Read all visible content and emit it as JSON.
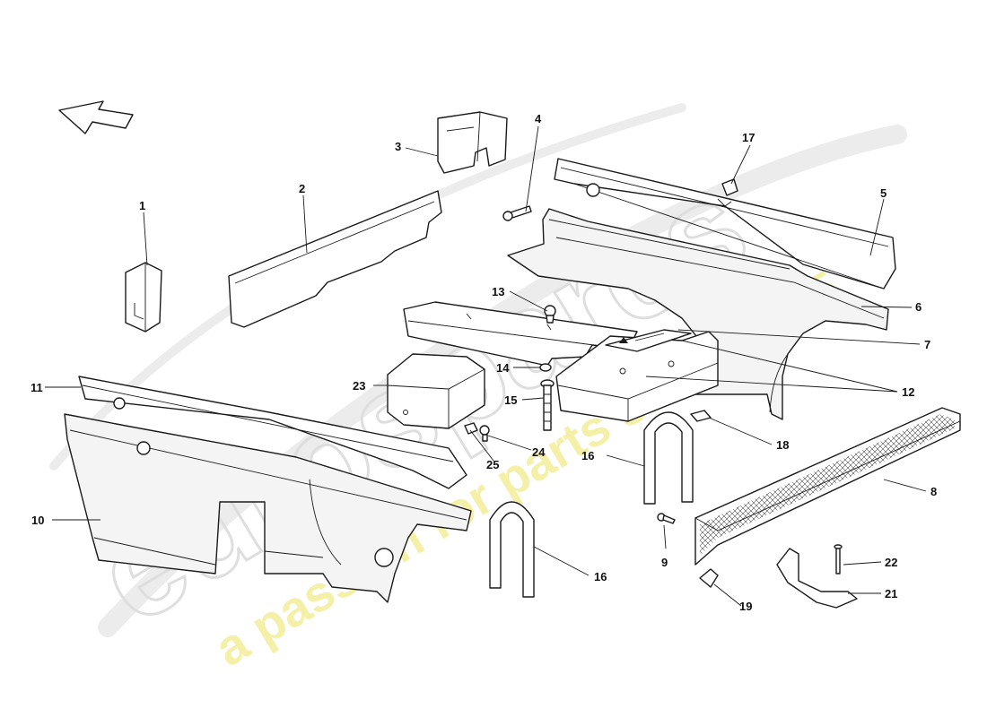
{
  "colors": {
    "line": "#1a1a1a",
    "watermark_gray": "#e6e6e6",
    "watermark_yellow": "#f2ee9a"
  },
  "watermark": {
    "logo": "eurospares",
    "tagline": "a passion for parts since 1985"
  },
  "icons": {
    "direction_arrow": "arrow-left-icon"
  },
  "callouts": [
    "1",
    "2",
    "3",
    "4",
    "5",
    "6",
    "7",
    "8",
    "9",
    "10",
    "11",
    "12",
    "13",
    "14",
    "15",
    "16",
    "16",
    "17",
    "18",
    "19",
    "21",
    "22",
    "23",
    "24",
    "25"
  ]
}
